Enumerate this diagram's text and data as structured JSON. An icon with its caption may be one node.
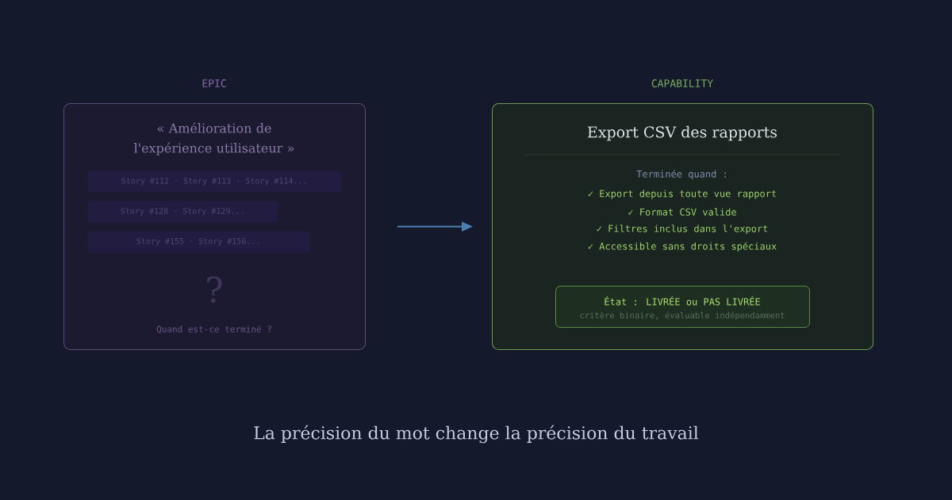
{
  "diagram": {
    "caption": "La précision du mot change la précision du travail",
    "nodes": [
      {
        "text": [
          "EPIC",
          "« Amélioration de l'expérience utilisateur »",
          "?",
          "Quand est-ce terminé ?"
        ]
      },
      {
        "text": [
          "Story #112 · Story #113 · Story #114..."
        ],
        "in": 0
      },
      {
        "text": [
          "Story #128 · Story #129..."
        ],
        "in": 0
      },
      {
        "text": [
          "Story #155 · Story #156..."
        ],
        "in": 0
      },
      {
        "text": [
          "CAPABILITY",
          "Export CSV des rapports",
          "Terminée quand :",
          "✓ Export depuis toute vue rapport",
          "✓ Format CSV valide",
          "✓ Filtres inclus dans l'export",
          "✓ Accessible sans droits spéciaux"
        ]
      },
      {
        "text": [
          "État : LIVRÉE ou PAS LIVRÉE",
          "critère binaire, évaluable indépendamment"
        ],
        "in": 4
      }
    ],
    "edges": [
      {
        "from": 0,
        "to": 4,
        "arrow": "to"
      }
    ]
  }
}
